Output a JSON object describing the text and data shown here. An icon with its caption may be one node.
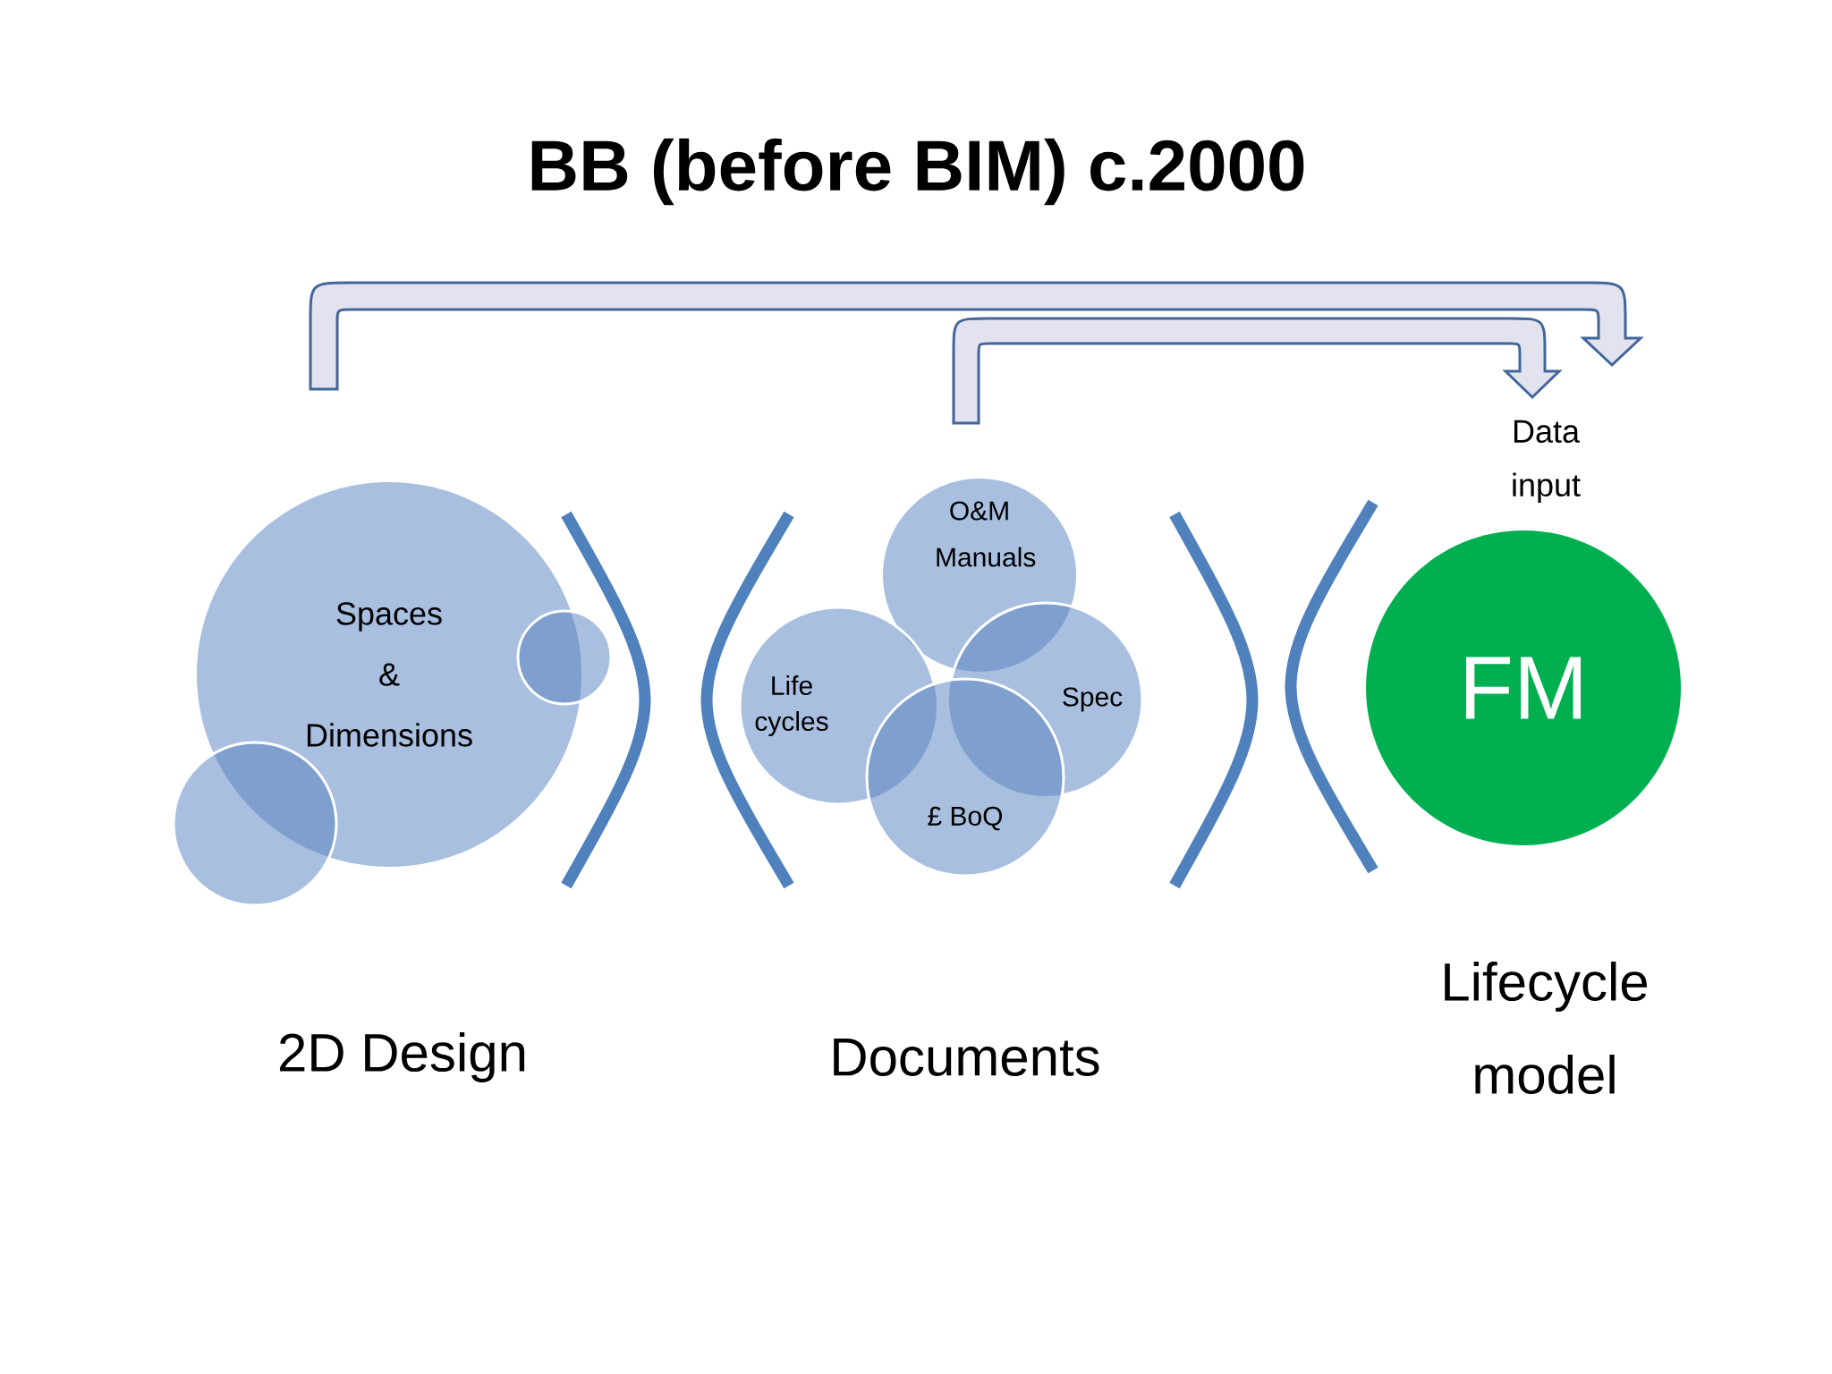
{
  "diagram": {
    "title": "BB (before BIM) c.2000",
    "nodes": [
      {
        "text": [
          "Spaces & Dimensions"
        ]
      },
      {
        "text": [],
        "shape": "circle"
      },
      {
        "text": [],
        "shape": "circle"
      },
      {
        "text": [
          "O&M Manuals"
        ]
      },
      {
        "text": [
          "Life cycles"
        ]
      },
      {
        "text": [
          "Spec"
        ]
      },
      {
        "text": [
          "£ BoQ"
        ]
      },
      {
        "text": [
          "FM"
        ]
      },
      {
        "text": [
          "Data input"
        ]
      }
    ],
    "edges": [
      {
        "from": 0,
        "to": 8,
        "arrow": "to"
      },
      {
        "from": 3,
        "to": 8,
        "arrow": "to"
      }
    ],
    "labels": [
      "2D Design",
      "Documents",
      "Lifecycle model"
    ]
  }
}
